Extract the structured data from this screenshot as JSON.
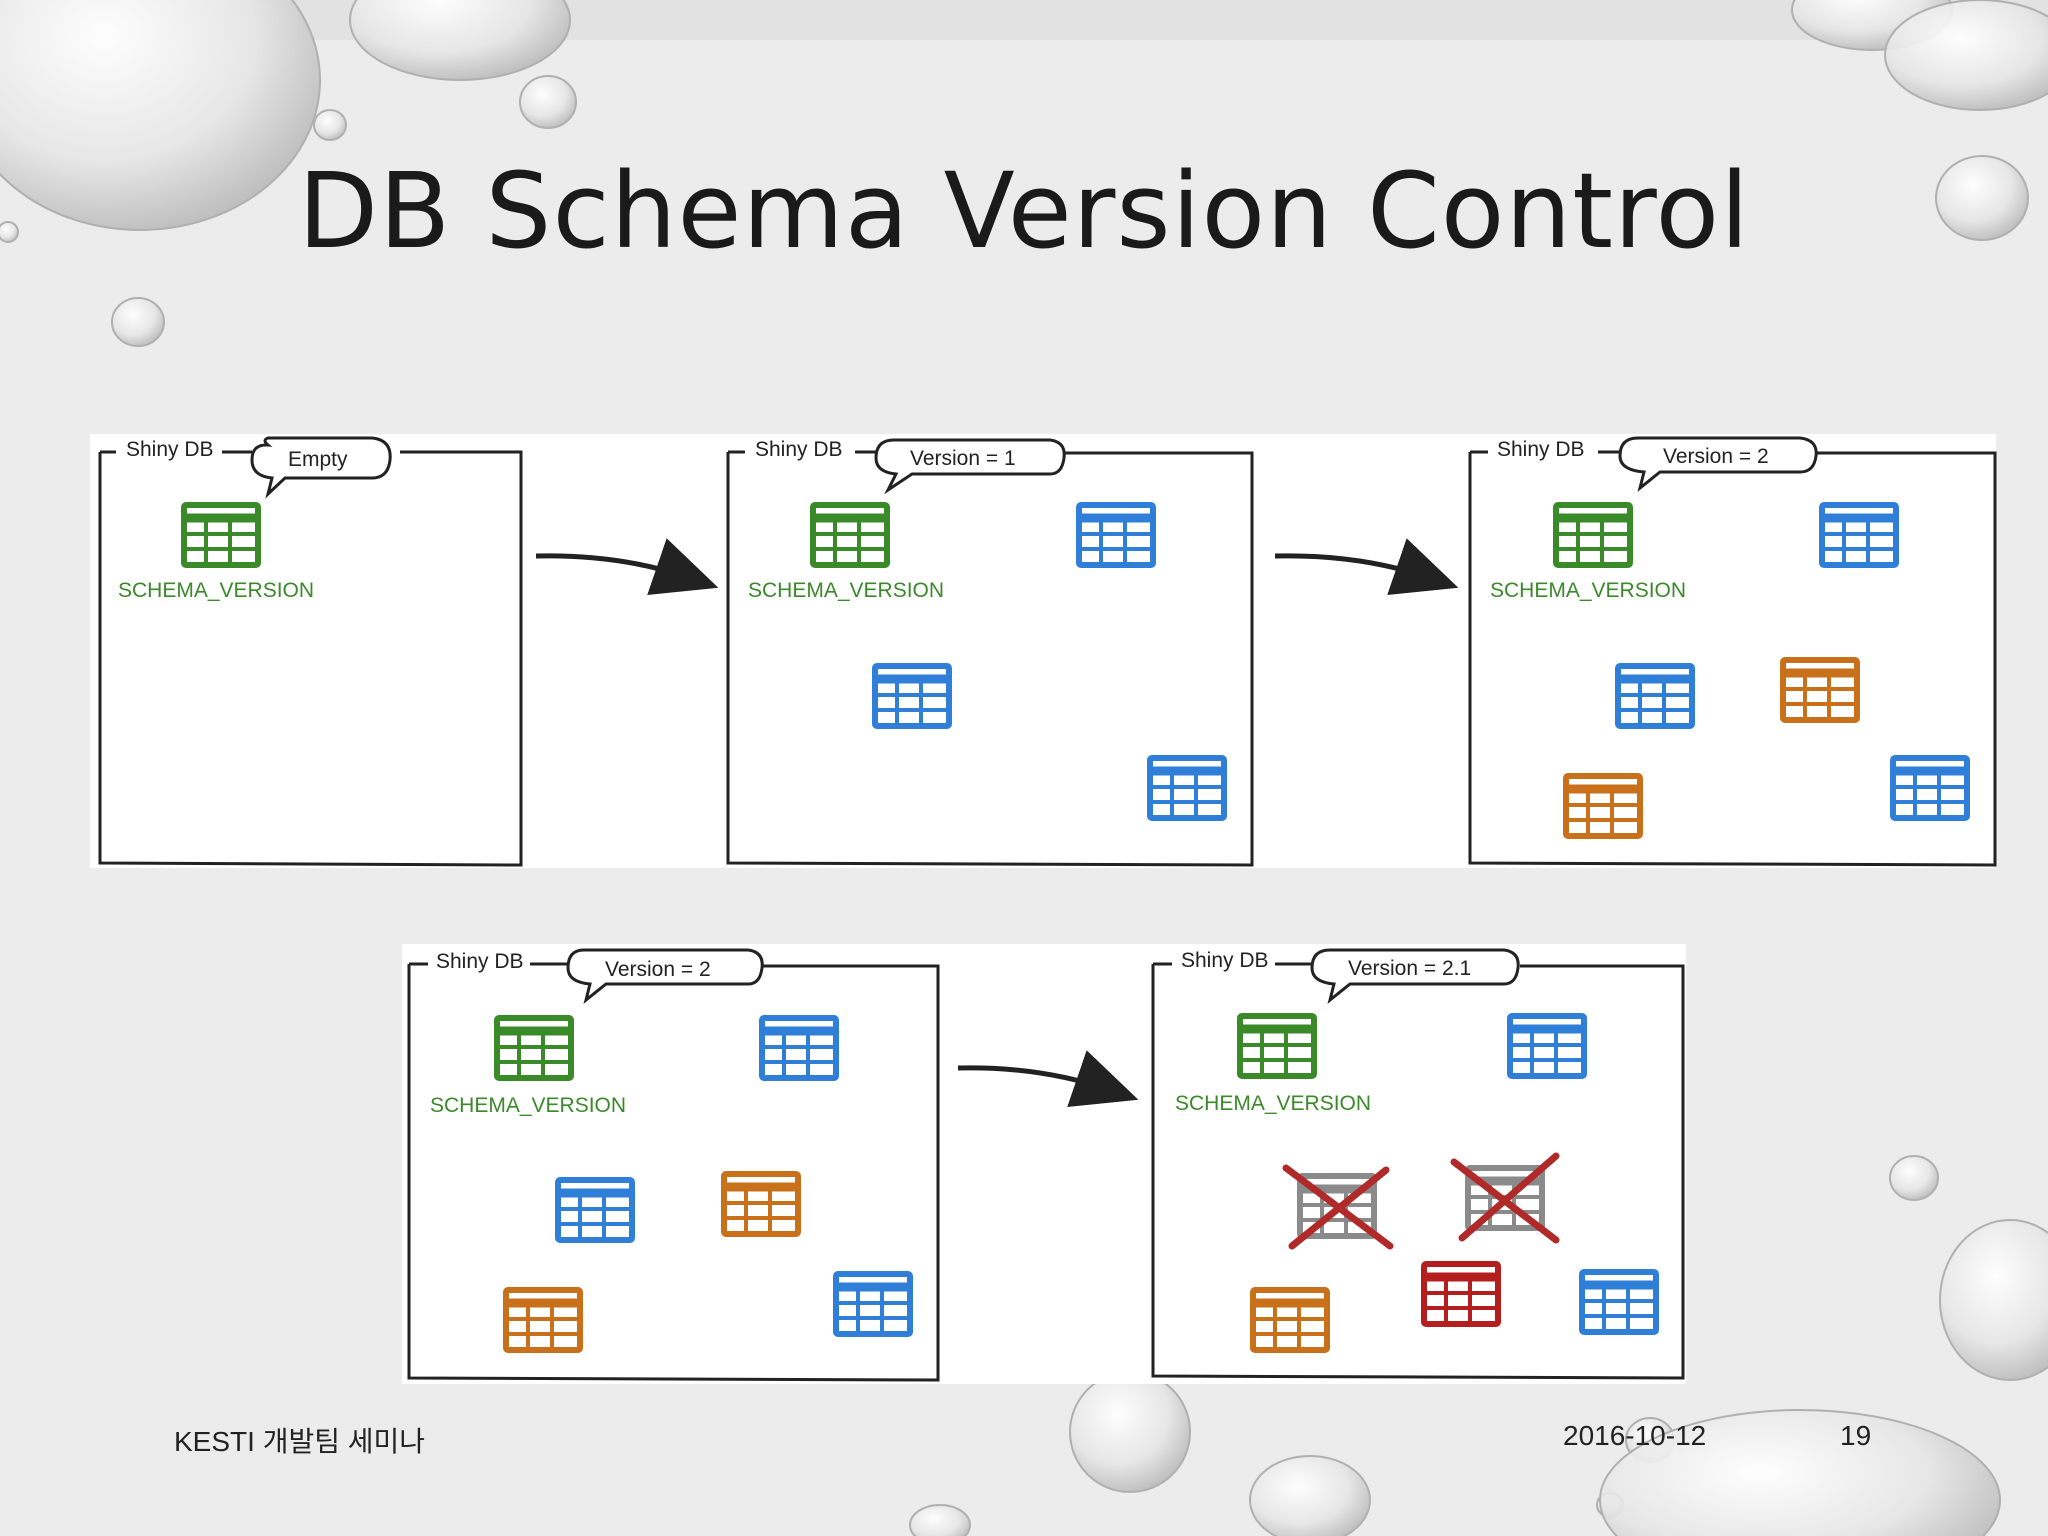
{
  "slide": {
    "title": "DB Schema Version Control",
    "footer_left": "KESTI 개발팀 세미나",
    "footer_date": "2016-10-12",
    "page_number": "19"
  },
  "diagram": {
    "db_label": "Shiny DB",
    "schema_table_label": "SCHEMA_VERSION",
    "panels": [
      {
        "id": "p1",
        "db_label": "Shiny DB",
        "status": "Empty",
        "schema_label": "SCHEMA_VERSION",
        "tables": [
          {
            "color": "green"
          }
        ]
      },
      {
        "id": "p2",
        "db_label": "Shiny DB",
        "status": "Version = 1",
        "schema_label": "SCHEMA_VERSION",
        "tables": [
          {
            "color": "green"
          },
          {
            "color": "blue"
          },
          {
            "color": "blue"
          },
          {
            "color": "blue"
          }
        ]
      },
      {
        "id": "p3",
        "db_label": "Shiny DB",
        "status": "Version = 2",
        "schema_label": "SCHEMA_VERSION",
        "tables": [
          {
            "color": "green"
          },
          {
            "color": "blue"
          },
          {
            "color": "blue"
          },
          {
            "color": "orange"
          },
          {
            "color": "orange"
          },
          {
            "color": "blue"
          }
        ]
      },
      {
        "id": "p4",
        "db_label": "Shiny DB",
        "status": "Version = 2",
        "schema_label": "SCHEMA_VERSION",
        "tables": [
          {
            "color": "green"
          },
          {
            "color": "blue"
          },
          {
            "color": "blue"
          },
          {
            "color": "orange"
          },
          {
            "color": "orange"
          },
          {
            "color": "blue"
          }
        ]
      },
      {
        "id": "p5",
        "db_label": "Shiny DB",
        "status": "Version = 2.1",
        "schema_label": "SCHEMA_VERSION",
        "tables": [
          {
            "color": "green"
          },
          {
            "color": "blue"
          },
          {
            "color": "gray",
            "removed": true
          },
          {
            "color": "gray",
            "removed": true
          },
          {
            "color": "red"
          },
          {
            "color": "orange"
          },
          {
            "color": "blue"
          }
        ]
      }
    ],
    "colors": {
      "green": "#3a8a2a",
      "blue": "#2f7fd8",
      "orange": "#c8701a",
      "red": "#b41e1e",
      "gray": "#8a8a8a",
      "cross": "#b02a2a",
      "schema_text": "#3a8a2a"
    }
  }
}
